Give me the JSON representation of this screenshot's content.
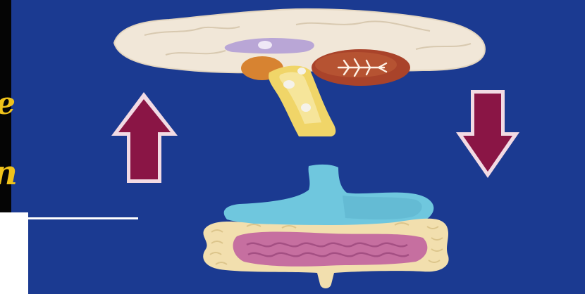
{
  "colors": {
    "background_blue": "#1f3f9c",
    "left_panel_black": "#050505",
    "arrow_fill": "#8a1545",
    "arrow_outline": "#f2dbe4",
    "brain_cream": "#f1e7d8",
    "brainstem_yellow": "#f0d568",
    "cerebellum_brown": "#a9432a",
    "hypothalamus_orange": "#d78331",
    "stomach_blue": "#6fc7de",
    "colon_cream": "#f2dfae",
    "small_intestine_pink": "#c66fa0",
    "scribble_yellow": "#efc21b"
  },
  "illustration": {
    "subject": "brain-gut axis",
    "arrow_up": "up-arrow",
    "arrow_down": "down-arrow"
  },
  "left_panel": {
    "glyph_top": "e",
    "glyph_bottom": "n"
  }
}
